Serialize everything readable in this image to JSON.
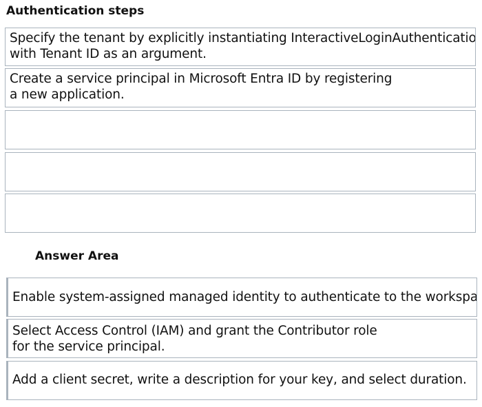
{
  "steps_panel": {
    "title": "Authentication steps",
    "items": [
      {
        "lines": [
          "Specify the tenant by explicitly instantiating InteractiveLoginAuthentication",
          "with Tenant ID as an argument."
        ]
      },
      {
        "lines": [
          "Create a service principal in Microsoft Entra ID by registering",
          "a new application."
        ]
      },
      {
        "lines": []
      },
      {
        "lines": []
      },
      {
        "lines": []
      }
    ]
  },
  "answer_area": {
    "title": "Answer Area",
    "items": [
      {
        "lines": [
          "Enable system-assigned managed identity to authenticate to the workspace."
        ]
      },
      {
        "lines": [
          "Select Access Control (IAM) and grant the Contributor role",
          "for the service principal."
        ]
      },
      {
        "lines": [
          "Add a client secret, write a description for your key, and select duration."
        ]
      }
    ]
  }
}
